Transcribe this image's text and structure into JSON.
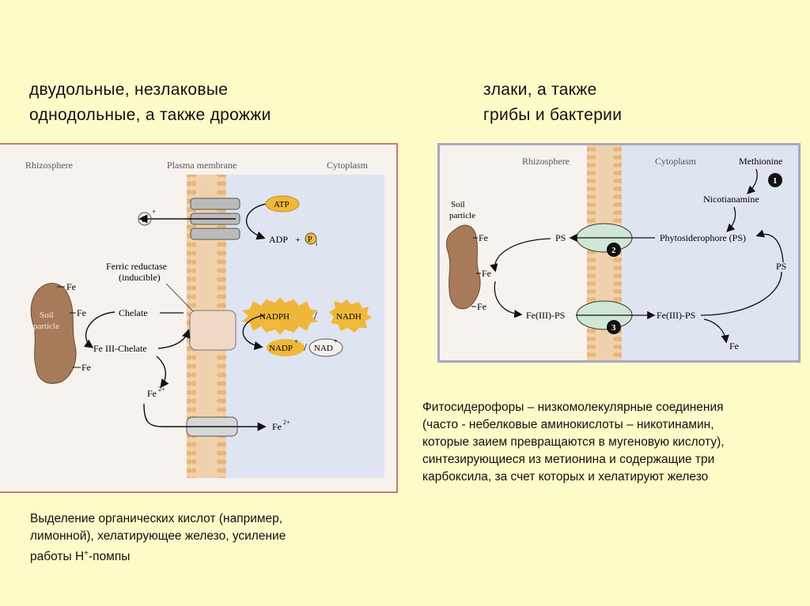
{
  "headings": {
    "left_line1": "двудольные, незлаковые",
    "left_line2": "однодольные, а также дрожжи",
    "right_line1": "злаки, а также",
    "right_line2": "грибы и бактерии"
  },
  "diagram_left": {
    "rhizosphere": "Rhizosphere",
    "plasma_membrane": "Plasma membrane",
    "cytoplasm": "Cytoplasm",
    "atp": "ATP",
    "adp": "ADP",
    "plus": "+",
    "pi": "P",
    "pi_sub": "i",
    "h_plus": "H",
    "h_plus_sup": "+",
    "ferric_reductase": "Ferric reductase",
    "inducible": "(inducible)",
    "nadph": "NADPH",
    "slash": "/",
    "nadh": "NADH",
    "nadp": "NADP",
    "nad": "NAD",
    "plus_sup": "+",
    "chelate": "Chelate",
    "fe_iii_chelate": "Fe III-Chelate",
    "fe2": "Fe",
    "fe2_sup": "2+",
    "soil": "Soil",
    "particle": "particle",
    "fe": "Fe"
  },
  "diagram_right": {
    "rhizosphere": "Rhizosphere",
    "cytoplasm": "Cytoplasm",
    "methionine": "Methionine",
    "nicotianamine": "Nicotianamine",
    "phytosiderophore": "Phytosiderophore (PS)",
    "ps": "PS",
    "fe_iii_ps": "Fe(III)-PS",
    "fe": "Fe",
    "soil": "Soil",
    "particle": "particle",
    "step1": "1",
    "step2": "2",
    "step3": "3"
  },
  "captions": {
    "left": [
      "Выделение органических кислот (например,",
      "лимонной), хелатирующее железо, усиление",
      "работы H"
    ],
    "left_sup": "+",
    "left_end": "-помпы",
    "right": [
      "Фитосидерофоры – низкомолекулярные соединения",
      "(часто - небелковые аминокислоты – никотинамин,",
      "которые заием превращаются в мугеновую кислоту),",
      "синтезирующиеся из метионина и содержащие  три",
      "карбоксила, за счет которых и хелатируют железо"
    ]
  },
  "colors": {
    "background": "#fdfbc8",
    "cytoplasm": "#dfe4f1",
    "membrane": "#ecc9a0",
    "nad_burst": "#f0b83a",
    "soil": "#a77b5a"
  }
}
